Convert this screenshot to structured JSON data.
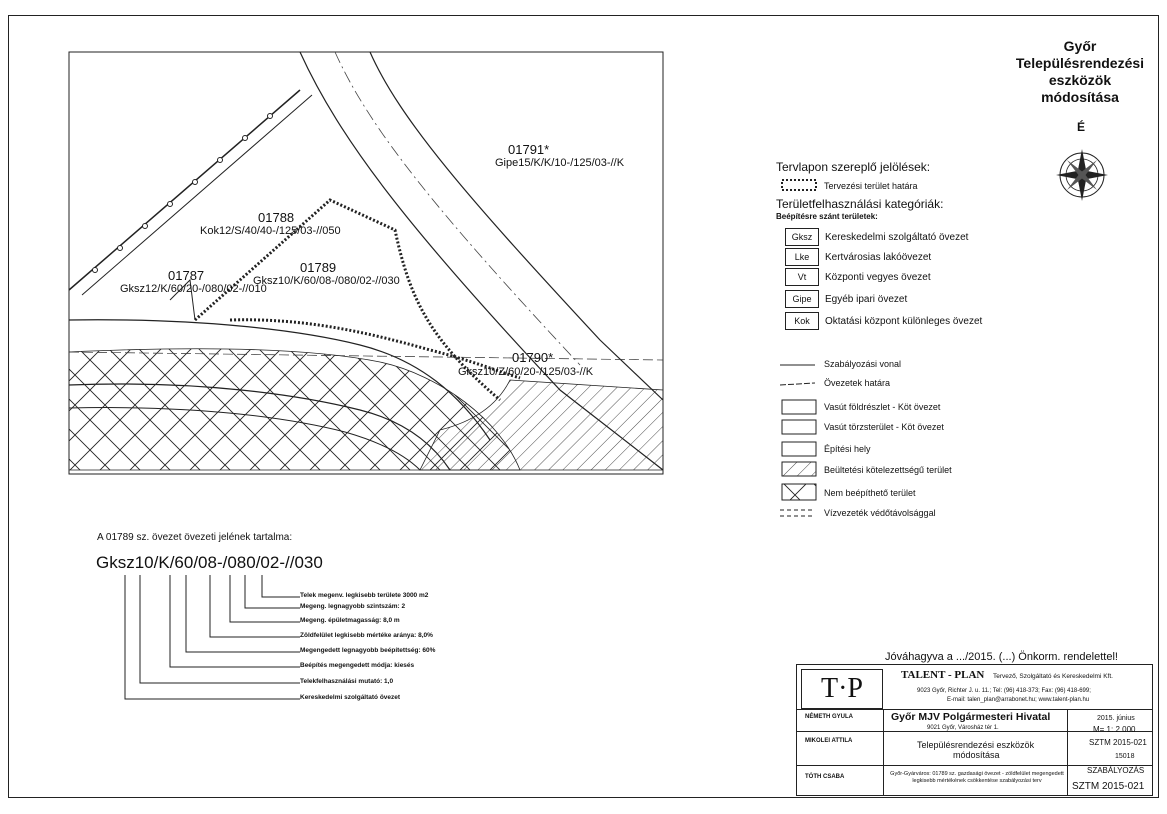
{
  "title_block": {
    "city": "Győr",
    "line1": "Településrendezési",
    "line2": "eszközök",
    "line3": "módosítása",
    "north_letter": "É"
  },
  "legend": {
    "heading_marks": "Tervlapon szereplő jelölések:",
    "planning_boundary": "Tervezési terület határa",
    "heading_categories": "Területfelhasználási kategóriák:",
    "subheading": "Beépítésre szánt területek:",
    "zones": [
      {
        "code": "Gksz",
        "label": "Kereskedelmi szolgáltató övezet"
      },
      {
        "code": "Lke",
        "label": "Kertvárosias lakóövezet"
      },
      {
        "code": "Vt",
        "label": "Központi vegyes övezet"
      },
      {
        "code": "Gipe",
        "label": "Egyéb ipari övezet"
      },
      {
        "code": "Kok",
        "label": "Oktatási központ különleges övezet"
      }
    ],
    "lines": [
      "Szabályozási vonal",
      "Övezetek határa",
      "Vasút földrészlet - Köt övezet",
      "Vasút törzsterület - Köt övezet",
      "Építési hely",
      "Beültetési kötelezettségű terület",
      "Nem beépíthető terület",
      "Vízvezeték védőtávolsággal"
    ]
  },
  "map_labels": {
    "p01791": "01791*",
    "z01791": "Gipe15/K/K/10-/125/03-//K",
    "p01788": "01788",
    "z01788": "Kok12/S/40/40-/125/03-//050",
    "p01787": "01787",
    "z01787": "Gksz12/K/60/20-/080/02-//010",
    "p01789": "01789",
    "z01789": "Gksz10/K/60/08-/080/02-//030",
    "p01790": "01790*",
    "z01790": "Gksz10/Z/60/20-/125/03-//K"
  },
  "explanation": {
    "title": "A 01789 sz. övezet övezeti jelének tartalma:",
    "code": "Gksz10/K/60/08-/080/02-//030",
    "items": [
      "Telek megenv. legkisebb területe 3000 m2",
      "Megeng. legnagyobb szintszám: 2",
      "Megeng. épületmagasság: 8,0 m",
      "Zöldfelület legkisebb mértéke aránya: 8,0%",
      "Megengedett legnagyobb beépítettség: 60%",
      "Beépítés megengedett módja: kiesés",
      "Telekfelhasználási mutató: 1,0",
      "Kereskedelmi szolgáltató övezet"
    ]
  },
  "approval": "Jóváhagyva a .../2015. (...) Önkorm. rendelettel!",
  "stamp": {
    "logo": "T·P",
    "company": "TALENT - PLAN",
    "company_desc": "Tervező, Szolgáltató és Kereskedelmi Kft.",
    "address": "9023 Győr, Richter J. u. 11.; Tel: (96) 418-373; Fax: (96) 418-699;",
    "email": "E-mail: talen_plan@arrabonet.hu; www.talent-plan.hu",
    "client": "Győr MJV Polgármesteri Hivatal",
    "client_addr": "9021 Győr, Városház tér 1.",
    "project": "Településrendezési eszközök",
    "project2": "módosítása",
    "date": "2015. június",
    "scale": "M= 1: 2 000",
    "code1": "SZTM 2015-021",
    "number": "15018",
    "type": "SZABÁLYOZÁS",
    "code2": "SZTM 2015-021",
    "person1": "NÉMETH GYULA",
    "person2": "MIKOLEI ATTILA",
    "person3": "TÓTH CSABA",
    "note": "Győr-Gyárváros: 01789 sz. gazdasági övezet - zöldfelület megengedett legkisebb mértékének csökkentése szabályozási terv"
  },
  "colors": {
    "ink": "#111111",
    "paper": "#ffffff"
  }
}
